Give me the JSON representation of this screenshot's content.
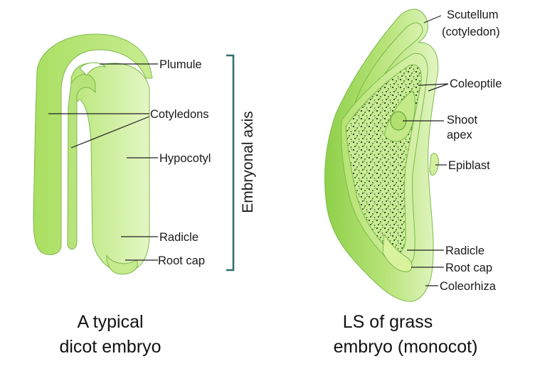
{
  "dicot": {
    "caption_line1": "A typical",
    "caption_line2": "dicot embryo",
    "labels": {
      "plumule": "Plumule",
      "cotyledons": "Cotyledons",
      "hypocotyl": "Hypocotyl",
      "radicle": "Radicle",
      "root_cap": "Root cap"
    },
    "axis_label": "Embryonal axis"
  },
  "monocot": {
    "caption_line1": "LS of grass",
    "caption_line2": "embryo (monocot)",
    "labels": {
      "scutellum_line1": "Scutellum",
      "scutellum_line2": "(cotyledon)",
      "coleoptile": "Coleoptile",
      "shoot_apex_line1": "Shoot",
      "shoot_apex_line2": "apex",
      "epiblast": "Epiblast",
      "radicle": "Radicle",
      "root_cap": "Root cap",
      "coleorhiza": "Coleorhiza"
    }
  },
  "colors": {
    "tissue_light": "#d6f0a4",
    "tissue_mid": "#b6e372",
    "tissue_dark": "#8fd04a",
    "bracket": "#2f6f6a",
    "speckle": "#1f3a1a"
  }
}
